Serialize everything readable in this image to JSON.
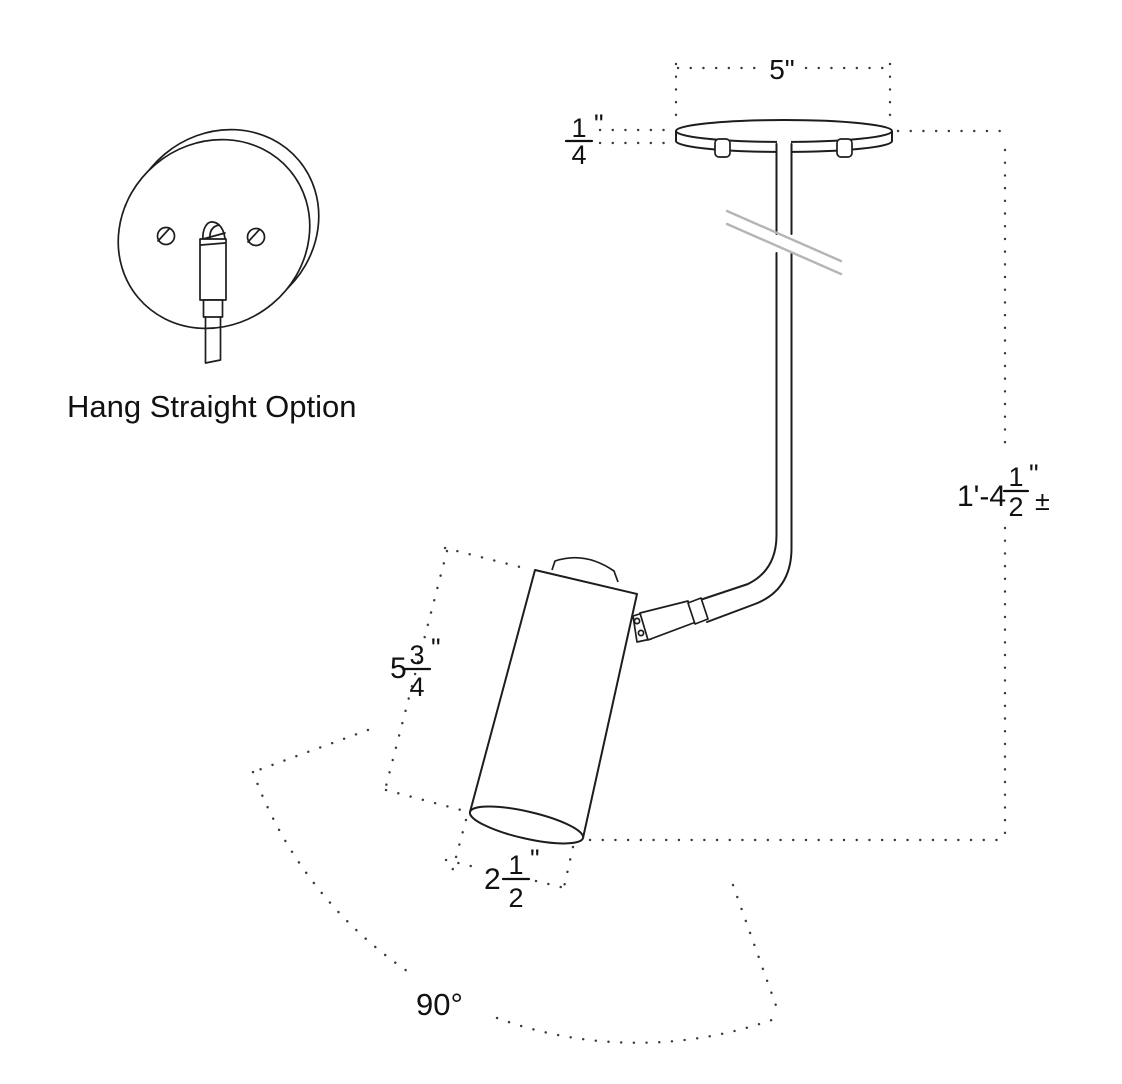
{
  "inset": {
    "caption": "Hang Straight Option"
  },
  "dims": {
    "canopy_width": "5\"",
    "canopy_thickness": {
      "num": "1",
      "den": "4",
      "unit": "\""
    },
    "drop": {
      "prefix": "1'-4",
      "num": "1",
      "den": "2",
      "unit": "\"",
      "tol": "±"
    },
    "head_length": {
      "prefix": "5",
      "num": "3",
      "den": "4",
      "unit": "\""
    },
    "head_diameter": {
      "prefix": "2",
      "num": "1",
      "den": "2",
      "unit": "\""
    },
    "swing": "90°"
  },
  "colors": {
    "ink": "#1d1d1d",
    "dots": "#3a3a3a",
    "break_marks": "#b5b5b5",
    "background": "#ffffff"
  }
}
